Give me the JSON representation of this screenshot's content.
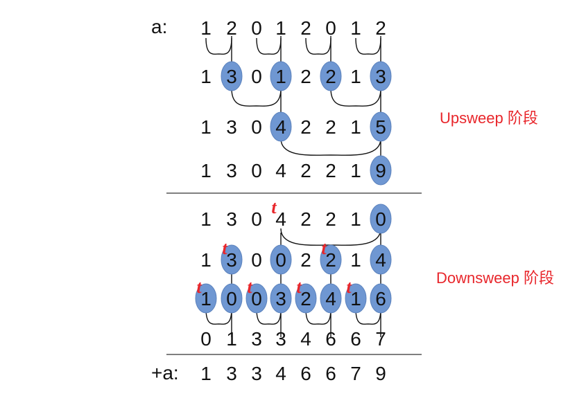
{
  "colors": {
    "highlight": "#6f97d2",
    "highlight_stroke": "#5b82bd",
    "line": "#111111",
    "red": "#e8262b"
  },
  "labels": {
    "input": "a:",
    "result": "+a:"
  },
  "phases": {
    "upsweep": "Upsweep 阶段",
    "downsweep": "Downsweep 阶段"
  },
  "t_symbol": "t",
  "rows": [
    {
      "values": [
        "1",
        "2",
        "0",
        "1",
        "2",
        "0",
        "1",
        "2"
      ],
      "highlight": []
    },
    {
      "values": [
        "1",
        "3",
        "0",
        "1",
        "2",
        "2",
        "1",
        "3"
      ],
      "highlight": [
        1,
        3,
        5,
        7
      ]
    },
    {
      "values": [
        "1",
        "3",
        "0",
        "4",
        "2",
        "2",
        "1",
        "5"
      ],
      "highlight": [
        3,
        7
      ]
    },
    {
      "values": [
        "1",
        "3",
        "0",
        "4",
        "2",
        "2",
        "1",
        "9"
      ],
      "highlight": [
        7
      ]
    },
    {
      "values": [
        "1",
        "3",
        "0",
        "4",
        "2",
        "2",
        "1",
        "0"
      ],
      "highlight": [
        7
      ],
      "t_marks": [
        3
      ]
    },
    {
      "values": [
        "1",
        "3",
        "0",
        "0",
        "2",
        "2",
        "1",
        "4"
      ],
      "highlight": [
        1,
        3,
        5,
        7
      ],
      "t_marks": [
        1,
        5
      ]
    },
    {
      "values": [
        "1",
        "0",
        "0",
        "3",
        "2",
        "4",
        "1",
        "6"
      ],
      "highlight": [
        0,
        1,
        2,
        3,
        4,
        5,
        6,
        7
      ],
      "t_marks": [
        0,
        2,
        4,
        6
      ]
    },
    {
      "values": [
        "0",
        "1",
        "3",
        "3",
        "4",
        "6",
        "6",
        "7"
      ],
      "highlight": []
    },
    {
      "values": [
        "1",
        "3",
        "3",
        "4",
        "6",
        "6",
        "7",
        "9"
      ],
      "highlight": []
    }
  ]
}
